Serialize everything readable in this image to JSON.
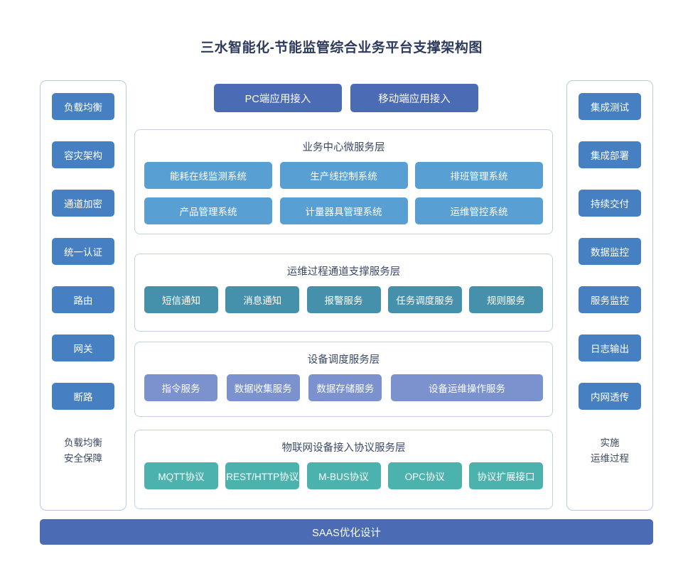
{
  "title": "三水智能化-节能监管综合业务平台支撑架构图",
  "colors": {
    "title_text": "#2d3a5c",
    "sidebar_button": "#4680c2",
    "access_button": "#4b6bb5",
    "business_chip": "#58a0d3",
    "support_chip": "#4591ac",
    "device_chip": "#7b92cf",
    "protocol_chip": "#4bb2ad",
    "panel_border": "#c2d2e8",
    "saas_bar": "#4b6bb5"
  },
  "left_column": {
    "items": [
      {
        "label": "负载均衡"
      },
      {
        "label": "容灾架构"
      },
      {
        "label": "通道加密"
      },
      {
        "label": "统一认证"
      },
      {
        "label": "路由"
      },
      {
        "label": "网关"
      },
      {
        "label": "断路"
      }
    ],
    "footer_line1": "负载均衡",
    "footer_line2": "安全保障"
  },
  "right_column": {
    "items": [
      {
        "label": "集成测试"
      },
      {
        "label": "集成部署"
      },
      {
        "label": "持续交付"
      },
      {
        "label": "数据监控"
      },
      {
        "label": "服务监控"
      },
      {
        "label": "日志输出"
      },
      {
        "label": "内网透传"
      }
    ],
    "footer_line1": "实施",
    "footer_line2": "运维过程"
  },
  "access": {
    "pc": "PC端应用接入",
    "mobile": "移动端应用接入"
  },
  "layers": {
    "business": {
      "title": "业务中心微服务层",
      "row1": [
        "能耗在线监测系统",
        "生产线控制系统",
        "排班管理系统"
      ],
      "row2": [
        "产品管理系统",
        "计量器具管理系统",
        "运维管控系统"
      ]
    },
    "support": {
      "title": "运维过程通道支撑服务层",
      "items": [
        "短信通知",
        "消息通知",
        "报警服务",
        "任务调度服务",
        "规则服务"
      ]
    },
    "device": {
      "title": "设备调度服务层",
      "items": [
        "指令服务",
        "数据收集服务",
        "数据存储服务",
        "设备运维操作服务"
      ]
    },
    "protocol": {
      "title": "物联网设备接入协议服务层",
      "items": [
        "MQTT协议",
        "REST/HTTP协议",
        "M-BUS协议",
        "OPC协议",
        "协议扩展接口"
      ]
    }
  },
  "saas_bar": "SAAS优化设计"
}
